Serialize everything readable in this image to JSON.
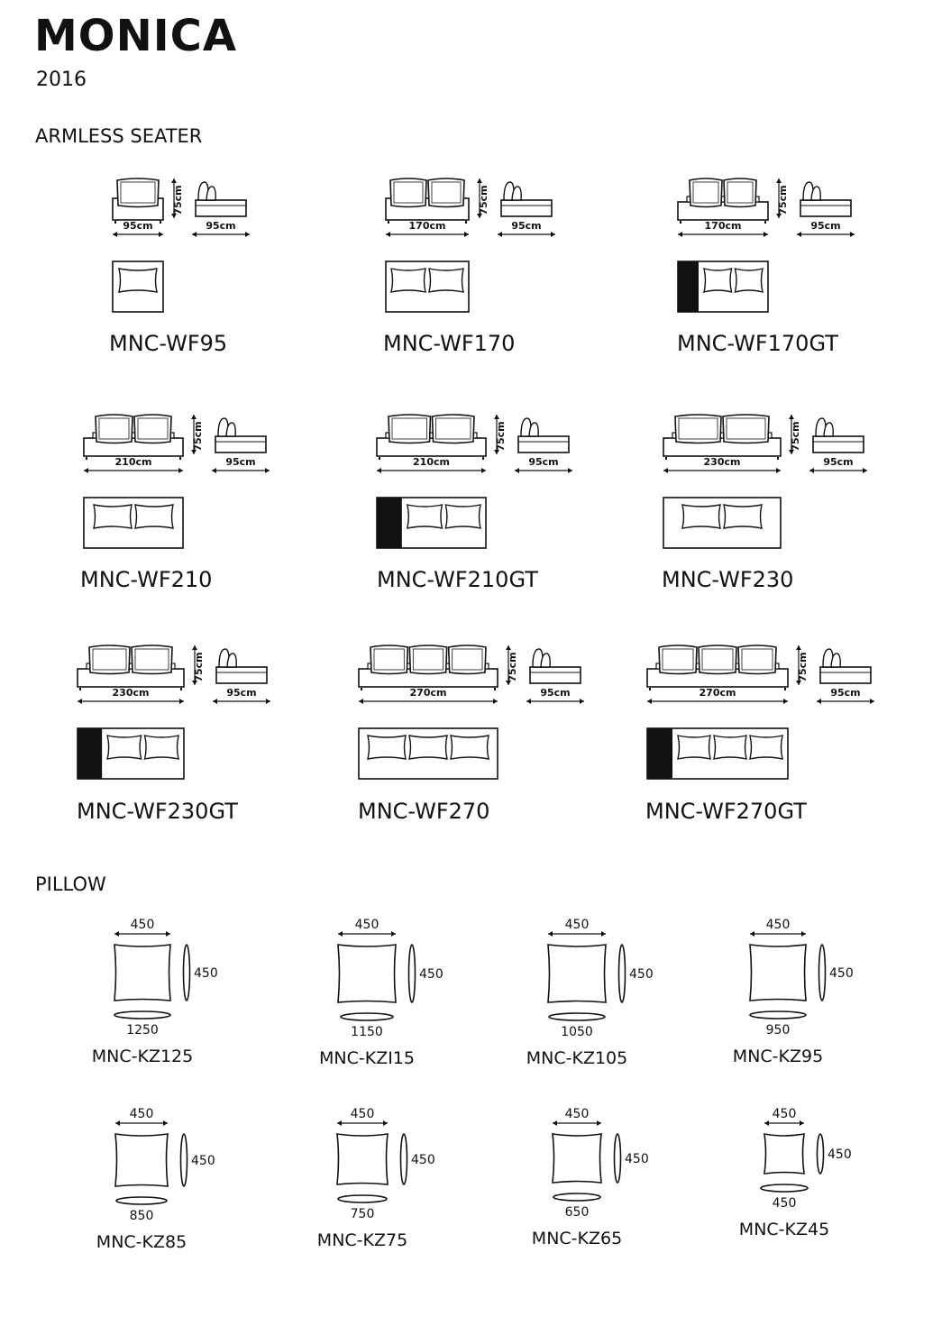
{
  "header": {
    "title": "MONICA",
    "year": "2016"
  },
  "sections": {
    "armless": "ARMLESS SEATER",
    "pillow": "PILLOW"
  },
  "sofas": [
    {
      "code": "MNC-WF95",
      "width_label": "95cm",
      "depth_label": "95cm",
      "height_label": "75cm",
      "cushions": 1,
      "dark_end": false,
      "side_arm": false
    },
    {
      "code": "MNC-WF170",
      "width_label": "170cm",
      "depth_label": "95cm",
      "height_label": "75cm",
      "cushions": 2,
      "dark_end": false,
      "side_arm": false
    },
    {
      "code": "MNC-WF170GT",
      "width_label": "170cm",
      "depth_label": "95cm",
      "height_label": "75cm",
      "cushions": 2,
      "dark_end": true,
      "side_arm": true
    },
    {
      "code": "MNC-WF210",
      "width_label": "210cm",
      "depth_label": "95cm",
      "height_label": "75cm",
      "cushions": 2,
      "dark_end": false,
      "side_arm": true
    },
    {
      "code": "MNC-WF210GT",
      "width_label": "210cm",
      "depth_label": "95cm",
      "height_label": "75cm",
      "cushions": 2,
      "dark_end": true,
      "side_arm": true
    },
    {
      "code": "MNC-WF230",
      "width_label": "230cm",
      "depth_label": "95cm",
      "height_label": "75cm",
      "cushions": 2,
      "dark_end": false,
      "side_arm": true
    },
    {
      "code": "MNC-WF230GT",
      "width_label": "230cm",
      "depth_label": "95cm",
      "height_label": "75cm",
      "cushions": 2,
      "dark_end": true,
      "side_arm": true
    },
    {
      "code": "MNC-WF270",
      "width_label": "270cm",
      "depth_label": "95cm",
      "height_label": "75cm",
      "cushions": 3,
      "dark_end": false,
      "side_arm": true
    },
    {
      "code": "MNC-WF270GT",
      "width_label": "270cm",
      "depth_label": "95cm",
      "height_label": "75cm",
      "cushions": 3,
      "dark_end": true,
      "side_arm": true
    }
  ],
  "pillows": [
    {
      "code": "MNC-KZ125",
      "width_label": "450",
      "height_label": "450",
      "length_label": "1250"
    },
    {
      "code": "MNC-KZI15",
      "width_label": "450",
      "height_label": "450",
      "length_label": "1150"
    },
    {
      "code": "MNC-KZ105",
      "width_label": "450",
      "height_label": "450",
      "length_label": "1050"
    },
    {
      "code": "MNC-KZ95",
      "width_label": "450",
      "height_label": "450",
      "length_label": "950"
    },
    {
      "code": "MNC-KZ85",
      "width_label": "450",
      "height_label": "450",
      "length_label": "850"
    },
    {
      "code": "MNC-KZ75",
      "width_label": "450",
      "height_label": "450",
      "length_label": "750"
    },
    {
      "code": "MNC-KZ65",
      "width_label": "450",
      "height_label": "450",
      "length_label": "650"
    },
    {
      "code": "MNC-KZ45",
      "width_label": "450",
      "height_label": "450",
      "length_label": "450"
    }
  ]
}
